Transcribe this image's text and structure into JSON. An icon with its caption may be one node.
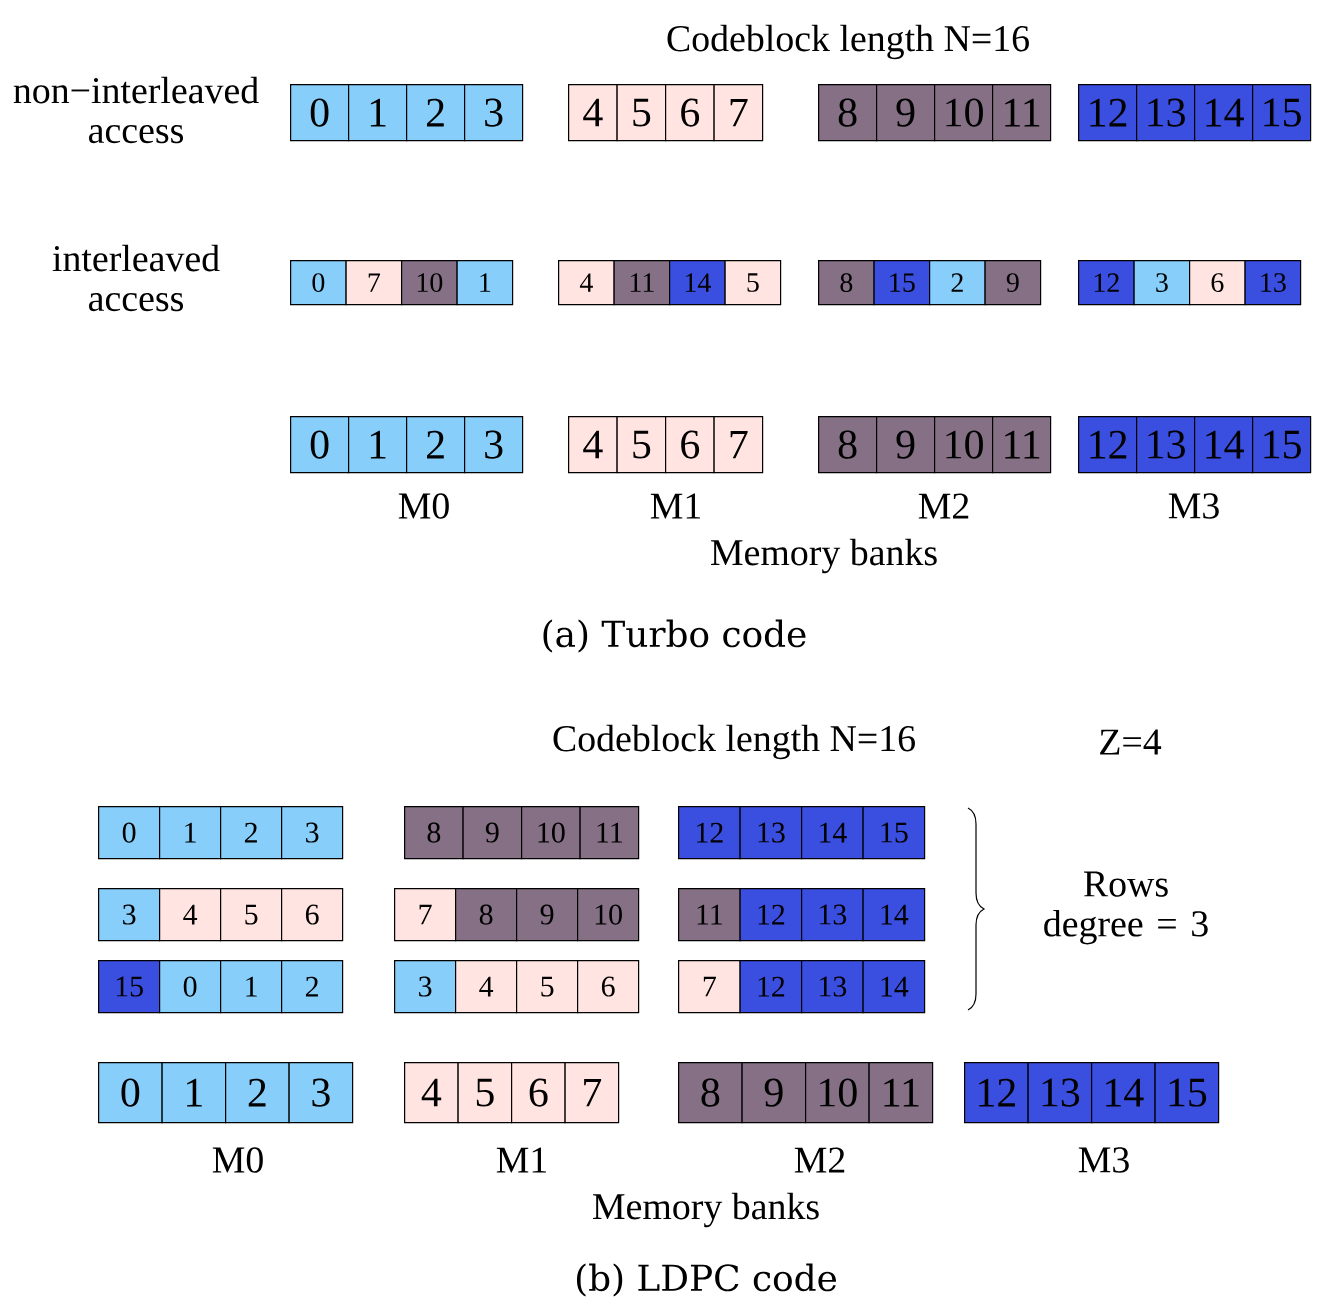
{
  "diagram": {
    "nodes": [
      {
        "text": [
          "0"
        ]
      },
      {
        "text": [
          "1"
        ]
      },
      {
        "text": [
          "2"
        ]
      },
      {
        "text": [
          "3"
        ]
      },
      {
        "text": [
          "4"
        ]
      },
      {
        "text": [
          "5"
        ]
      },
      {
        "text": [
          "6"
        ]
      },
      {
        "text": [
          "7"
        ]
      },
      {
        "text": [
          "8"
        ]
      },
      {
        "text": [
          "9"
        ]
      },
      {
        "text": [
          "10"
        ]
      },
      {
        "text": [
          "11"
        ]
      },
      {
        "text": [
          "12"
        ]
      },
      {
        "text": [
          "13"
        ]
      },
      {
        "text": [
          "14"
        ]
      },
      {
        "text": [
          "15"
        ]
      },
      {
        "text": [
          "0"
        ]
      },
      {
        "text": [
          "7"
        ]
      },
      {
        "text": [
          "10"
        ]
      },
      {
        "text": [
          "1"
        ]
      },
      {
        "text": [
          "4"
        ]
      },
      {
        "text": [
          "11"
        ]
      },
      {
        "text": [
          "14"
        ]
      },
      {
        "text": [
          "5"
        ]
      },
      {
        "text": [
          "8"
        ]
      },
      {
        "text": [
          "15"
        ]
      },
      {
        "text": [
          "2"
        ]
      },
      {
        "text": [
          "9"
        ]
      },
      {
        "text": [
          "12"
        ]
      },
      {
        "text": [
          "3"
        ]
      },
      {
        "text": [
          "6"
        ]
      },
      {
        "text": [
          "13"
        ]
      },
      {
        "text": [
          "0"
        ]
      },
      {
        "text": [
          "1"
        ]
      },
      {
        "text": [
          "2"
        ]
      },
      {
        "text": [
          "3"
        ]
      },
      {
        "text": [
          "4"
        ]
      },
      {
        "text": [
          "5"
        ]
      },
      {
        "text": [
          "6"
        ]
      },
      {
        "text": [
          "7"
        ]
      },
      {
        "text": [
          "8"
        ]
      },
      {
        "text": [
          "9"
        ]
      },
      {
        "text": [
          "10"
        ]
      },
      {
        "text": [
          "11"
        ]
      },
      {
        "text": [
          "12"
        ]
      },
      {
        "text": [
          "13"
        ]
      },
      {
        "text": [
          "14"
        ]
      },
      {
        "text": [
          "15"
        ]
      },
      {
        "text": [
          "0"
        ]
      },
      {
        "text": [
          "1"
        ]
      },
      {
        "text": [
          "2"
        ]
      },
      {
        "text": [
          "3"
        ]
      },
      {
        "text": [
          "8"
        ]
      },
      {
        "text": [
          "9"
        ]
      },
      {
        "text": [
          "10"
        ]
      },
      {
        "text": [
          "11"
        ]
      },
      {
        "text": [
          "12"
        ]
      },
      {
        "text": [
          "13"
        ]
      },
      {
        "text": [
          "14"
        ]
      },
      {
        "text": [
          "15"
        ]
      },
      {
        "text": [
          "3"
        ]
      },
      {
        "text": [
          "4"
        ]
      },
      {
        "text": [
          "5"
        ]
      },
      {
        "text": [
          "6"
        ]
      },
      {
        "text": [
          "7"
        ]
      },
      {
        "text": [
          "8"
        ]
      },
      {
        "text": [
          "9"
        ]
      },
      {
        "text": [
          "10"
        ]
      },
      {
        "text": [
          "11"
        ]
      },
      {
        "text": [
          "12"
        ]
      },
      {
        "text": [
          "13"
        ]
      },
      {
        "text": [
          "14"
        ]
      },
      {
        "text": [
          "15"
        ]
      },
      {
        "text": [
          "0"
        ]
      },
      {
        "text": [
          "1"
        ]
      },
      {
        "text": [
          "2"
        ]
      },
      {
        "text": [
          "3"
        ]
      },
      {
        "text": [
          "4"
        ]
      },
      {
        "text": [
          "5"
        ]
      },
      {
        "text": [
          "6"
        ]
      },
      {
        "text": [
          "7"
        ]
      },
      {
        "text": [
          "12"
        ]
      },
      {
        "text": [
          "13"
        ]
      },
      {
        "text": [
          "14"
        ]
      },
      {
        "text": [
          "0"
        ]
      },
      {
        "text": [
          "1"
        ]
      },
      {
        "text": [
          "2"
        ]
      },
      {
        "text": [
          "3"
        ]
      },
      {
        "text": [
          "4"
        ]
      },
      {
        "text": [
          "5"
        ]
      },
      {
        "text": [
          "6"
        ]
      },
      {
        "text": [
          "7"
        ]
      },
      {
        "text": [
          "8"
        ]
      },
      {
        "text": [
          "9"
        ]
      },
      {
        "text": [
          "10"
        ]
      },
      {
        "text": [
          "11"
        ]
      },
      {
        "text": [
          "12"
        ]
      },
      {
        "text": [
          "13"
        ]
      },
      {
        "text": [
          "14"
        ]
      },
      {
        "text": [
          "15"
        ]
      }
    ],
    "labels": [
      "Codeblock length N=16",
      "non−interleaved access",
      "interleaved access",
      "M0",
      "M1",
      "M2",
      "M3",
      "Memory banks",
      "(a) Turbo code",
      "Codeblock length N=16",
      "Z=4",
      "Rows degree = 3",
      "M0",
      "M1",
      "M2",
      "M3",
      "Memory banks",
      "(b) LDPC code"
    ]
  }
}
